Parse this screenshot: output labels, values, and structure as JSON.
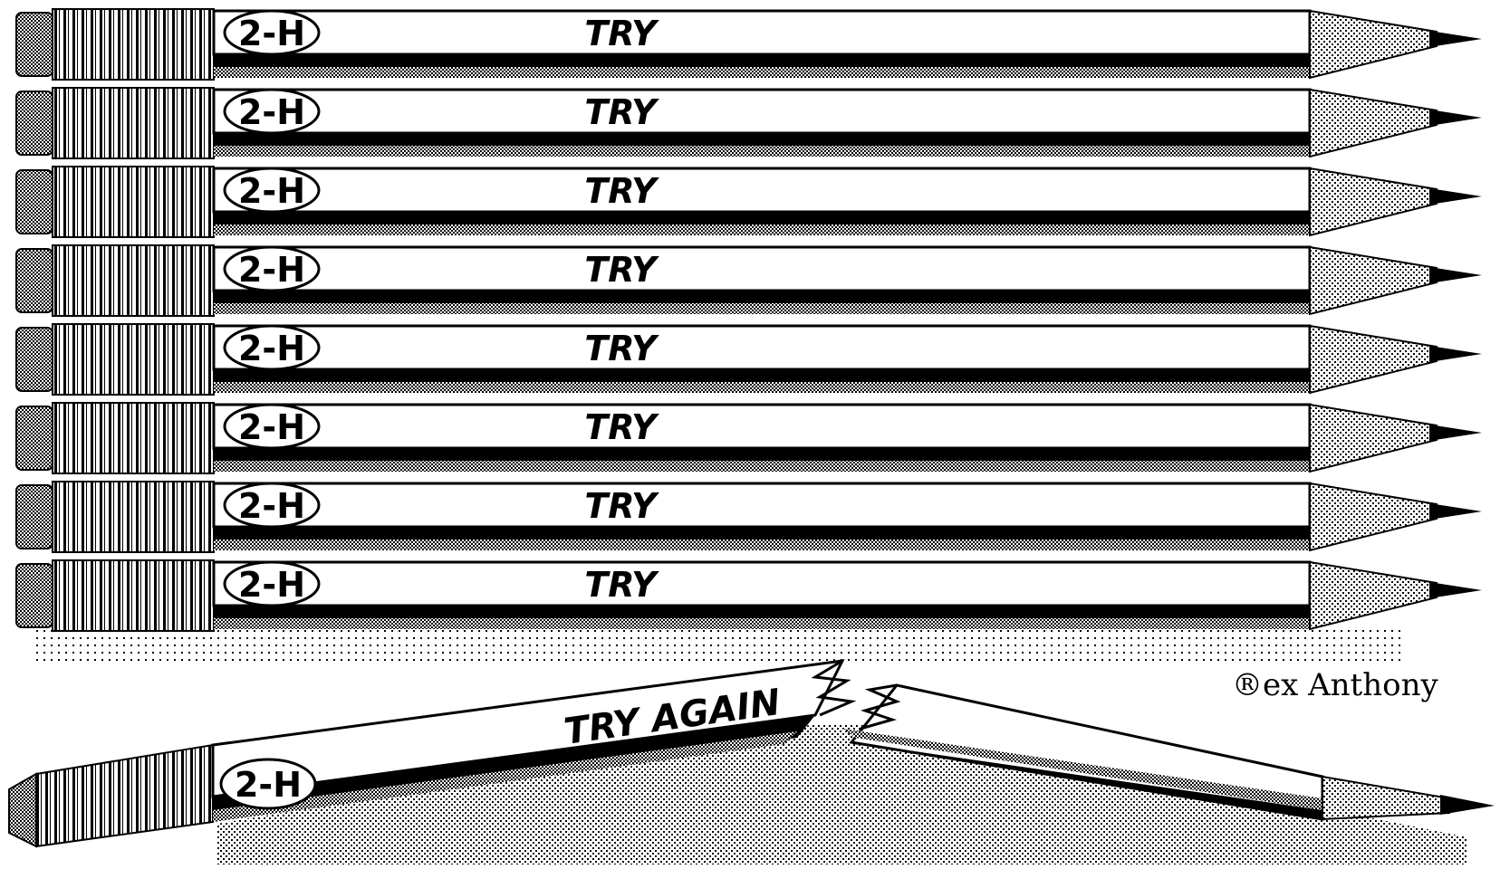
{
  "pencils": [
    {
      "grade": "2-H",
      "word": "TRY"
    },
    {
      "grade": "2-H",
      "word": "TRY"
    },
    {
      "grade": "2-H",
      "word": "TRY"
    },
    {
      "grade": "2-H",
      "word": "TRY"
    },
    {
      "grade": "2-H",
      "word": "TRY"
    },
    {
      "grade": "2-H",
      "word": "TRY"
    },
    {
      "grade": "2-H",
      "word": "TRY"
    },
    {
      "grade": "2-H",
      "word": "TRY"
    }
  ],
  "broken_pencil": {
    "grade": "2-H",
    "word": "TRY AGAIN"
  },
  "signature": "®ex Anthony"
}
